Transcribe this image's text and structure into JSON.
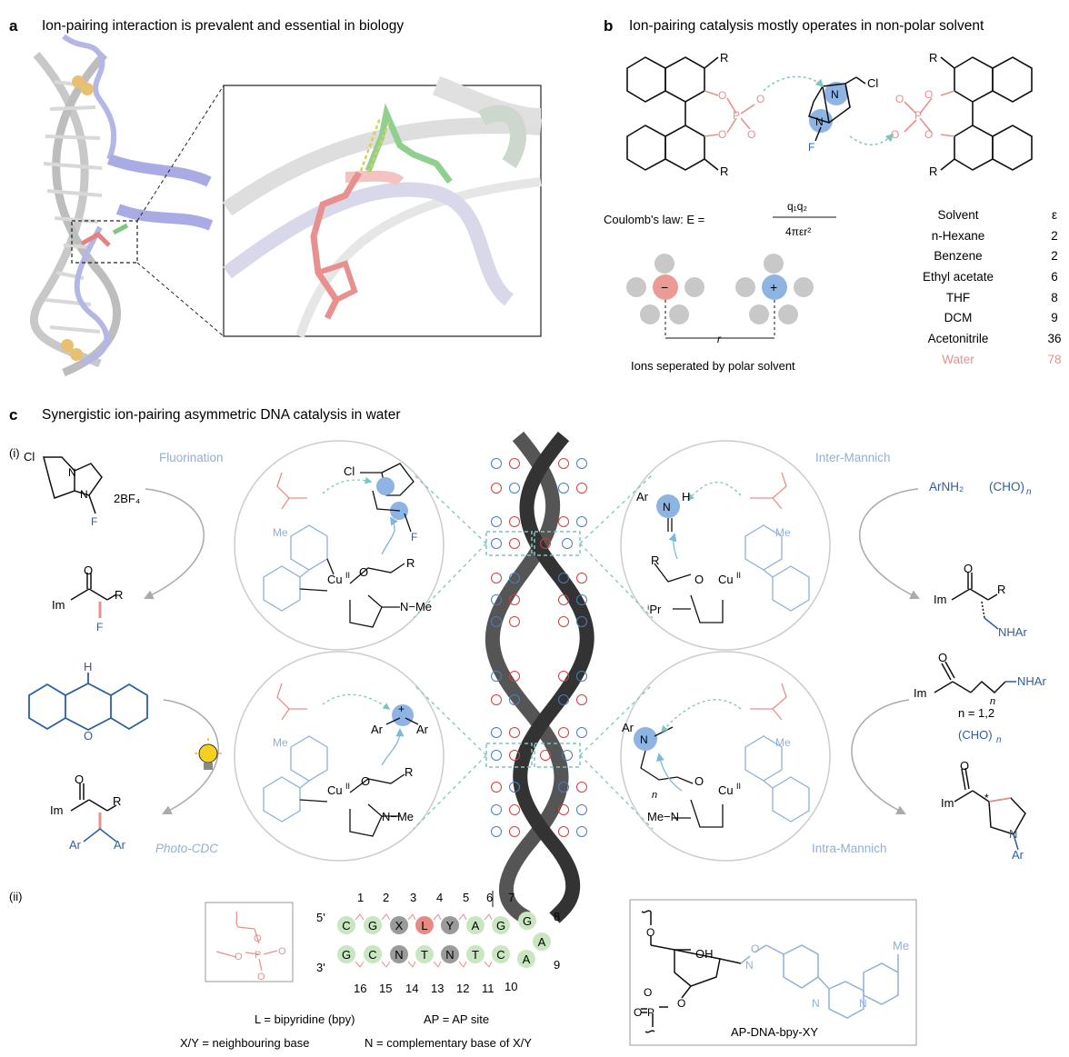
{
  "panel_a": {
    "letter": "a",
    "title": "Ion-pairing interaction is prevalent and essential in biology"
  },
  "panel_b": {
    "letter": "b",
    "title": "Ion-pairing catalysis mostly operates in non-polar solvent",
    "R": "R",
    "Cl": "Cl",
    "F": "F",
    "N": "N",
    "plus": "+",
    "minus": "−",
    "O": "O",
    "P": "P",
    "coulomb_label": "Coulomb's law: E =",
    "numerator": "q₁q₂",
    "denominator": "4πεr²",
    "r": "r",
    "ions_caption": "Ions seperated by polar solvent",
    "solvent_header": "Solvent",
    "epsilon_header": "ε",
    "solvents": [
      {
        "name": "n-Hexane",
        "eps": "2"
      },
      {
        "name": "Benzene",
        "eps": "2"
      },
      {
        "name": "Ethyl acetate",
        "eps": "6"
      },
      {
        "name": "THF",
        "eps": "8"
      },
      {
        "name": "DCM",
        "eps": "9"
      },
      {
        "name": "Acetonitrile",
        "eps": "36"
      },
      {
        "name": "Water",
        "eps": "78"
      }
    ],
    "water_color": "#e8908c"
  },
  "panel_c": {
    "letter": "c",
    "title": "Synergistic ion-pairing asymmetric DNA catalysis in water",
    "sub_i": "(i)",
    "sub_ii": "(ii)",
    "fluorination": "Fluorination",
    "inter_mannich": "Inter-Mannich",
    "photo_cdc": "Photo-CDC",
    "intra_mannich": "Intra-Mannich",
    "bf4": "2BF₄",
    "cl": "Cl",
    "f": "F",
    "n": "N",
    "im": "Im",
    "o": "O",
    "r": "R",
    "ar": "Ar",
    "h": "H",
    "me": "Me",
    "cu": "Cu",
    "cu_ox": "II",
    "ipr": "ⁱPr",
    "n_me": "N−Me",
    "me_n": "Me−N",
    "arnh2": "ArNH₂",
    "cho_n": "(CHO)",
    "nhar": "NHAr",
    "n_eq": "n = 1,2",
    "n_italic": "n",
    "star": "*",
    "accent_blue": "#2c5f9e",
    "light_blue": "#8fb0d8",
    "pink": "#e8908c",
    "green": "#8fbf8f"
  },
  "panel_ii": {
    "numbers_top": [
      "1",
      "2",
      "3",
      "4",
      "5",
      "6",
      "7"
    ],
    "numbers_right": [
      "8",
      "9"
    ],
    "numbers_bottom": [
      "16",
      "15",
      "14",
      "13",
      "12",
      "11",
      "10"
    ],
    "five_prime": "5'",
    "three_prime": "3'",
    "top_strand": [
      "C",
      "G",
      "X",
      "L",
      "Y",
      "A",
      "G"
    ],
    "loop": [
      "G",
      "A",
      "A"
    ],
    "bottom_strand": [
      "G",
      "C",
      "N",
      "T",
      "N",
      "T",
      "C"
    ],
    "legend": {
      "l": "L = bipyridine (bpy)",
      "ap": "AP = AP site",
      "xy": "X/Y = neighbouring base",
      "n": "N = complementary base of X/Y"
    },
    "oh": "OH",
    "box_label": "AP-DNA-bpy-XY"
  }
}
